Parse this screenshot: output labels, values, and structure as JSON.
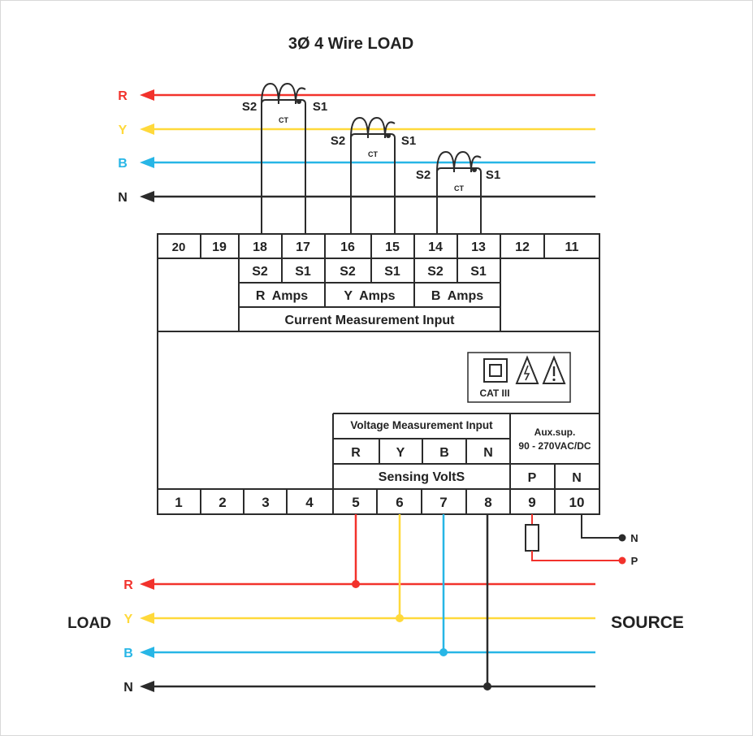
{
  "title": "3Ø 4 Wire LOAD",
  "top_lines": [
    {
      "label": "R",
      "color": "#f2322c"
    },
    {
      "label": "Y",
      "color": "#ffd93b"
    },
    {
      "label": "B",
      "color": "#27b6e6"
    },
    {
      "label": "N",
      "color": "#2b2b2b"
    }
  ],
  "bottom_lines": [
    {
      "label": "R",
      "color": "#f2322c"
    },
    {
      "label": "Y",
      "color": "#ffd93b"
    },
    {
      "label": "B",
      "color": "#27b6e6"
    },
    {
      "label": "N",
      "color": "#2b2b2b"
    }
  ],
  "ct": {
    "coil_label": "CT",
    "s2": "S2",
    "s1": "S1"
  },
  "top_terminals": [
    "20",
    "19",
    "18",
    "17",
    "16",
    "15",
    "14",
    "13",
    "12",
    "11"
  ],
  "current_s_labels": [
    "S2",
    "S1",
    "S2",
    "S1",
    "S2",
    "S1"
  ],
  "amps_labels": [
    "R  Amps",
    "Y  Amps",
    "B  Amps"
  ],
  "current_title": "Current Measurement Input",
  "cat_label": "CAT III",
  "voltage_title": "Voltage Measurement Input",
  "voltage_phases": [
    "R",
    "Y",
    "B",
    "N"
  ],
  "sensing_label": "Sensing VoltS",
  "aux_title": "Aux.sup.",
  "aux_range": "90 - 270VAC/DC",
  "aux_phases": [
    "P",
    "N"
  ],
  "bottom_terminals": [
    "1",
    "2",
    "3",
    "4",
    "5",
    "6",
    "7",
    "8",
    "9",
    "10"
  ],
  "aux_out": {
    "n": "N",
    "p": "P"
  },
  "load_label": "LOAD",
  "source_label": "SOURCE"
}
